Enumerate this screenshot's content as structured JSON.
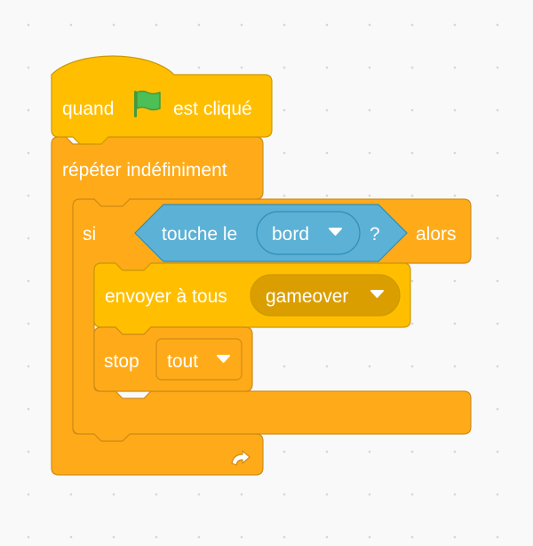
{
  "colors": {
    "workspace": "#f9f9f9",
    "events": "#ffbf00",
    "events_border": "#cc9900",
    "control": "#ffab19",
    "control_border": "#cf8b17",
    "sensing": "#5cb1d6",
    "sensing_border": "#2e8eb8",
    "menu_dark": "#db9e00",
    "flag": "#4cbf56"
  },
  "script": {
    "hat": {
      "label_before": "quand",
      "flag_icon": "green-flag-icon",
      "label_after": "est cliqué"
    },
    "forever": {
      "label": "répéter indéfiniment",
      "loop_icon": "loop-arrow-icon"
    },
    "if_block": {
      "label_if": "si",
      "label_then": "alors",
      "condition": {
        "label": "touche le",
        "dropdown_value": "bord",
        "question_mark": "?"
      }
    },
    "broadcast": {
      "label": "envoyer à tous",
      "dropdown_value": "gameover"
    },
    "stop": {
      "label": "stop",
      "dropdown_value": "tout"
    }
  },
  "icons": {
    "dropdown": "dropdown-arrow-icon"
  }
}
